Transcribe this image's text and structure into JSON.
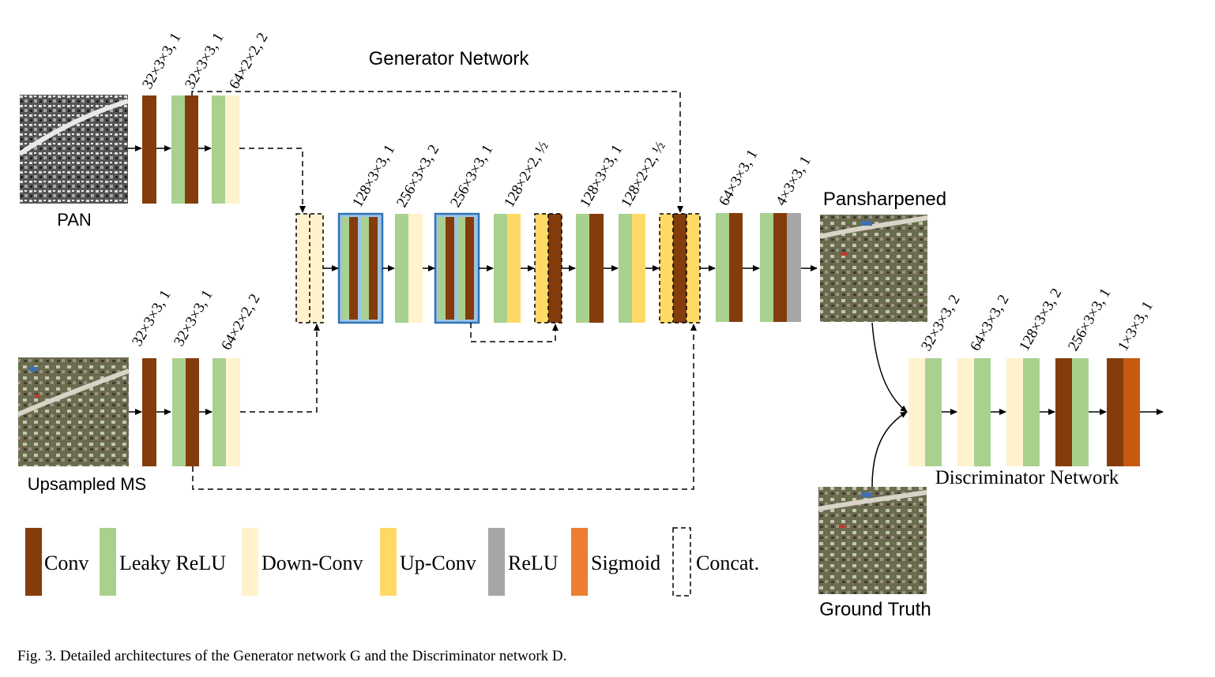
{
  "generator": {
    "title": "Generator Network",
    "inputs": {
      "pan": "PAN",
      "ms": "Upsampled MS"
    },
    "output": "Pansharpened",
    "pan_branch_labels": [
      "32×3×3, 1",
      "32×3×3, 1",
      "64×2×2, 2"
    ],
    "ms_branch_labels": [
      "32×3×3, 1",
      "32×3×3, 1",
      "64×2×2, 2"
    ],
    "main_labels": [
      "128×3×3, 1",
      "256×3×3, 2",
      "256×3×3, 1",
      "128×2×2, ½",
      "128×3×3, 1",
      "128×2×2, ½",
      "64×3×3, 1",
      "4×3×3, 1"
    ]
  },
  "discriminator": {
    "title": "Discriminator Network",
    "input": "Ground Truth",
    "labels": [
      "32×3×3, 2",
      "64×3×3, 2",
      "128×3×3, 2",
      "256×3×3, 1",
      "1×3×3, 1"
    ]
  },
  "legend": [
    {
      "label": "Conv",
      "color": "#843c0c"
    },
    {
      "label": "Leaky ReLU",
      "color": "#a9d18e"
    },
    {
      "label": "Down-Conv",
      "color": "#fff2cc"
    },
    {
      "label": "Up-Conv",
      "color": "#ffd966"
    },
    {
      "label": "ReLU",
      "color": "#a6a6a6"
    },
    {
      "label": "Sigmoid",
      "color": "#ed7d31"
    },
    {
      "label": "Concat.",
      "color": "none"
    }
  ],
  "colors": {
    "conv": "#843c0c",
    "leaky_relu": "#a9d18e",
    "down_conv": "#fff2cc",
    "up_conv": "#ffd966",
    "relu": "#a6a6a6",
    "sigmoid_dark": "#843c0c",
    "sigmoid_orange": "#c55a11",
    "resblock_border": "#2e75b6",
    "resblock_fill": "#9dc3e6"
  },
  "caption": "Fig. 3.  Detailed architectures of the Generator network G and the Discriminator network D."
}
